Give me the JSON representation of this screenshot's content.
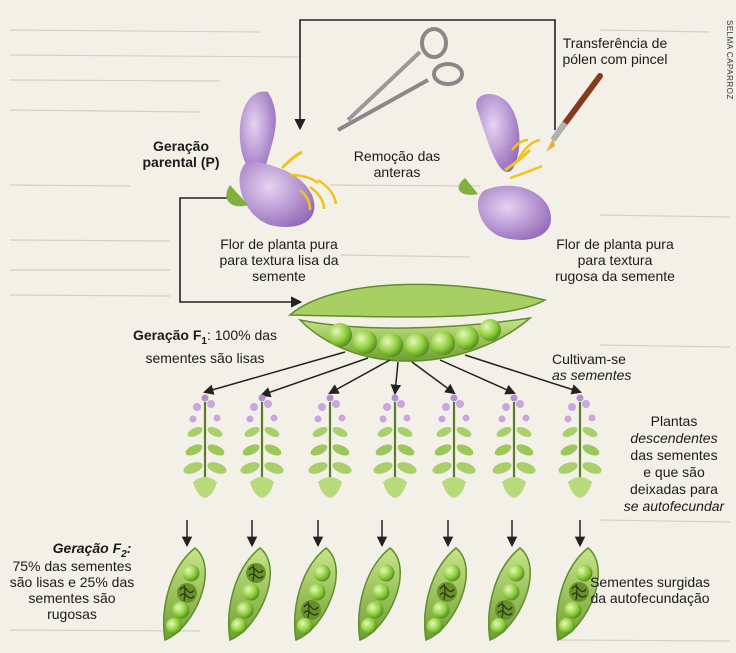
{
  "credit": "SELMA CAPARROZ",
  "parental": {
    "title": "Geração parental (P)",
    "smooth_flower": "Flor de planta pura para textura lisa da semente",
    "wrinkled_flower": "Flor de planta pura para textura rugosa da semente",
    "anther_removal": "Remoção das anteras",
    "pollen_transfer": "Transferência de pólen com pincel"
  },
  "f1": {
    "title_prefix": "Geração F",
    "title_sub": "1",
    "title_suffix": ": 100% das sementes são lisas",
    "seeds_caption_1": "Cultivam-se",
    "seeds_caption_2": "as sementes"
  },
  "descendants": {
    "line1": "Plantas",
    "line2": "descendentes",
    "line3": "das sementes",
    "line4": "e que são",
    "line5": "deixadas para",
    "line6": "se autofecundar"
  },
  "f2": {
    "title_prefix": "Geração F",
    "title_sub": "2",
    "title_suffix": ":",
    "description": "75% das sementes são lisas e 25% das sementes são rugosas",
    "pods_caption": "Sementes surgidas da autofecundação"
  },
  "colors": {
    "petal": "#b58ed0",
    "petal_dark": "#8a5eb0",
    "pod": "#9cc85a",
    "pod_dark": "#5f8f2a",
    "pea": "#8fcf3c",
    "stamen": "#f2c21c",
    "arrow": "#222222"
  }
}
